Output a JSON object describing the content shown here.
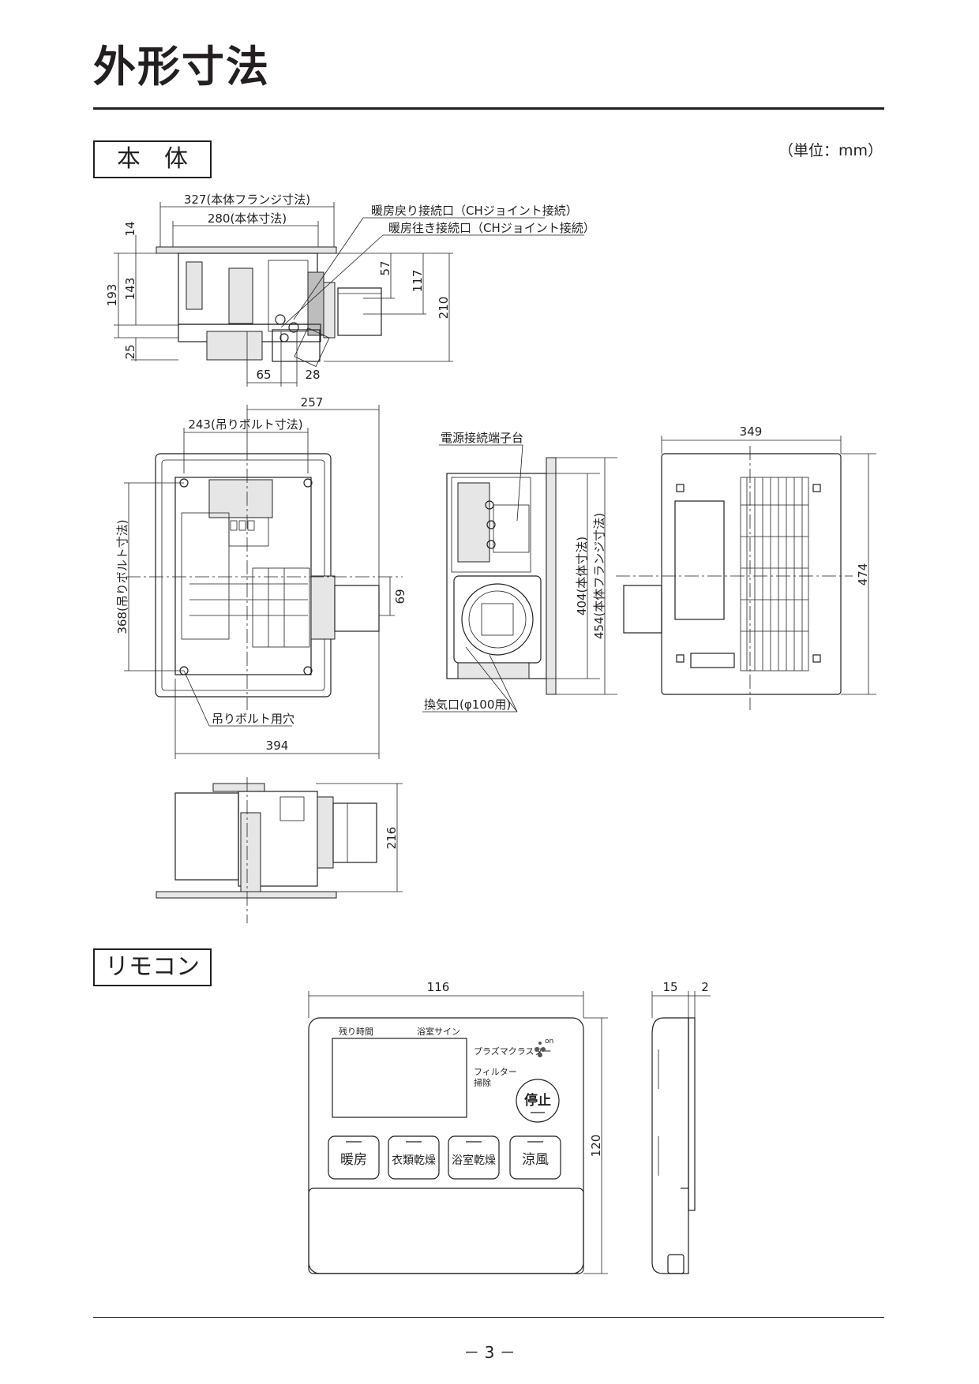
{
  "page": {
    "title": "外形寸法",
    "unit_note": "（単位：mm）",
    "page_number": "－ 3 －"
  },
  "sections": {
    "main_unit": "本　体",
    "remote": "リモコン"
  },
  "side_view": {
    "dims": {
      "flange_width": "327(本体フランジ寸法)",
      "body_width": "280(本体寸法)",
      "top_flange": "14",
      "height_193": "193",
      "height_143": "143",
      "bottom_25": "25",
      "offset_65": "65",
      "offset_28": "28",
      "return_57": "57",
      "supply_117": "117",
      "total_210": "210"
    },
    "labels": {
      "return_port": "暖房戻り接続口（CHジョイント接続）",
      "supply_port": "暖房往き接続口（CHジョイント接続）"
    }
  },
  "top_view": {
    "dims": {
      "overall_257": "257",
      "bolt_pitch": "243(吊りボルト寸法)",
      "bolt_pitch_v": "368(吊りボルト寸法)",
      "width_394": "394",
      "duct_69": "69"
    },
    "labels": {
      "bolt_hole": "吊りボルト用穴"
    }
  },
  "end_view": {
    "dims": {
      "body_404": "404(本体寸法)",
      "flange_454": "454(本体フランジ寸法)"
    },
    "labels": {
      "power_terminal": "電源接続端子台",
      "vent_port": "換気口(φ100用)"
    }
  },
  "panel_view": {
    "dims": {
      "width_349": "349",
      "height_474": "474"
    }
  },
  "bottom_view": {
    "dims": {
      "height_216": "216"
    }
  },
  "remote": {
    "dims": {
      "width_116": "116",
      "height_120": "120",
      "depth_15": "15",
      "depth_2": "2"
    },
    "labels": {
      "remaining_time": "残り時間",
      "bath_sign": "浴室サイン",
      "plasma_cluster": "プラズマクラスター",
      "ion_on": "on",
      "filter_clean_1": "フィルター",
      "filter_clean_2": "掃除"
    },
    "buttons": {
      "stop": "停止",
      "heating": "暖房",
      "clothes_dry": "衣類乾燥",
      "bath_dry": "浴室乾燥",
      "cool_breeze": "涼風"
    }
  }
}
